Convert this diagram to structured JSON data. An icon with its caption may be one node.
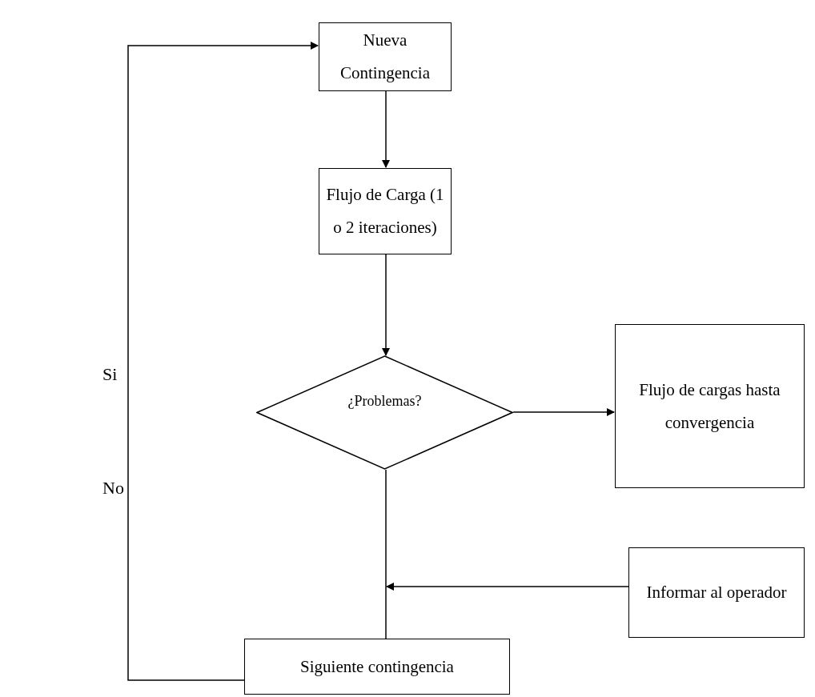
{
  "diagram": {
    "nodes": [
      {
        "text": [
          "Nueva Contingencia"
        ]
      },
      {
        "text": [
          "Flujo de Carga (1 o 2 iteraciones)"
        ]
      },
      {
        "text": [
          "¿Problemas?"
        ]
      },
      {
        "text": [
          "Flujo de cargas hasta convergencia"
        ]
      },
      {
        "text": [
          "Informar al operador"
        ]
      },
      {
        "text": [
          "Siguiente contingencia"
        ]
      }
    ],
    "edges": [
      {
        "from": 0,
        "to": 1,
        "arrow": "to"
      },
      {
        "from": 1,
        "to": 2,
        "arrow": "to"
      },
      {
        "from": 2,
        "to": 3,
        "arrow": "to"
      },
      {
        "from": 2,
        "to": 5,
        "arrow": "none"
      },
      {
        "from": 4,
        "to": null,
        "arrow": "to"
      },
      {
        "from": 5,
        "to": 0,
        "arrow": "to"
      }
    ],
    "labels": [
      "Si",
      "No"
    ]
  }
}
